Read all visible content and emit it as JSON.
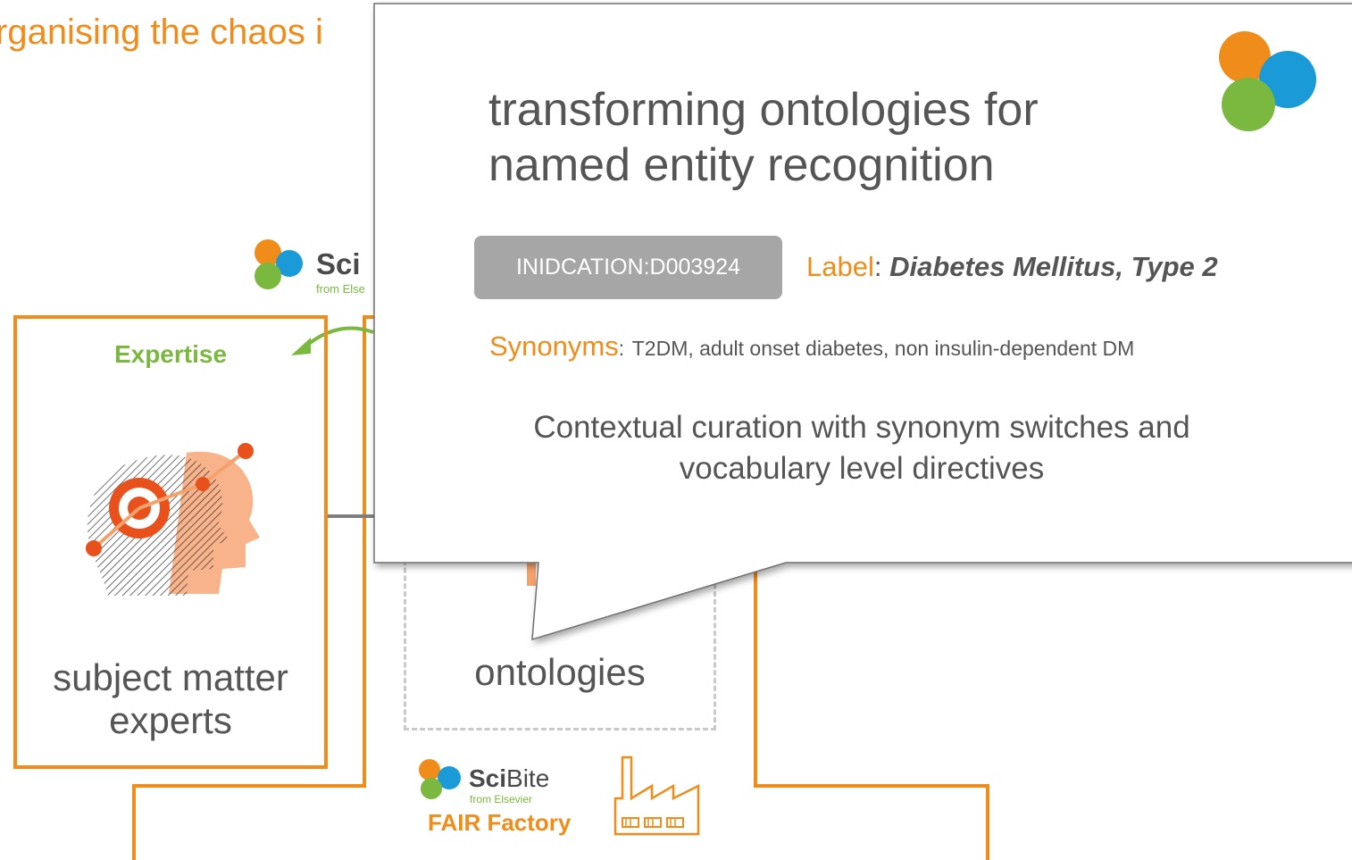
{
  "slide": {
    "title": "rganising the chaos i"
  },
  "left_panel": {
    "expertise_label": "Expertise",
    "expert_line1": "subject matter",
    "expert_line2": "experts"
  },
  "center_panel": {
    "ontologies_label": "ontologies"
  },
  "callout": {
    "title_line1": "transforming ontologies for",
    "title_line2": "named entity recognition",
    "id_badge": "INIDCATION:D003924",
    "label_key": "Label",
    "label_sep": ":",
    "label_value": "Diabetes Mellitus, Type 2",
    "synonyms_key": "Synonyms",
    "synonyms_sep": ":",
    "synonyms_value": "T2DM, adult onset diabetes, non insulin-dependent  DM",
    "desc_line1": "Contextual curation with synonym switches and",
    "desc_line2": "vocabulary level directives"
  },
  "branding": {
    "scibite_top": "Sci",
    "scibite_top_sub": "from Else",
    "scibite_bottom_bold": "Sci",
    "scibite_bottom_regular": "Bite",
    "scibite_bottom_sub": "from Elsevier",
    "fair_factory": "FAIR Factory"
  },
  "colors": {
    "orange": "#ef8c1a",
    "green": "#7ab840",
    "blue": "#1a9bd7",
    "text_grey": "#555555",
    "badge_grey": "#a6a6a6",
    "accent_red": "#e8501c"
  },
  "icons": [
    "scibite-logo-icon",
    "expert-head-icon",
    "factory-icon",
    "curved-arrow-icon"
  ]
}
